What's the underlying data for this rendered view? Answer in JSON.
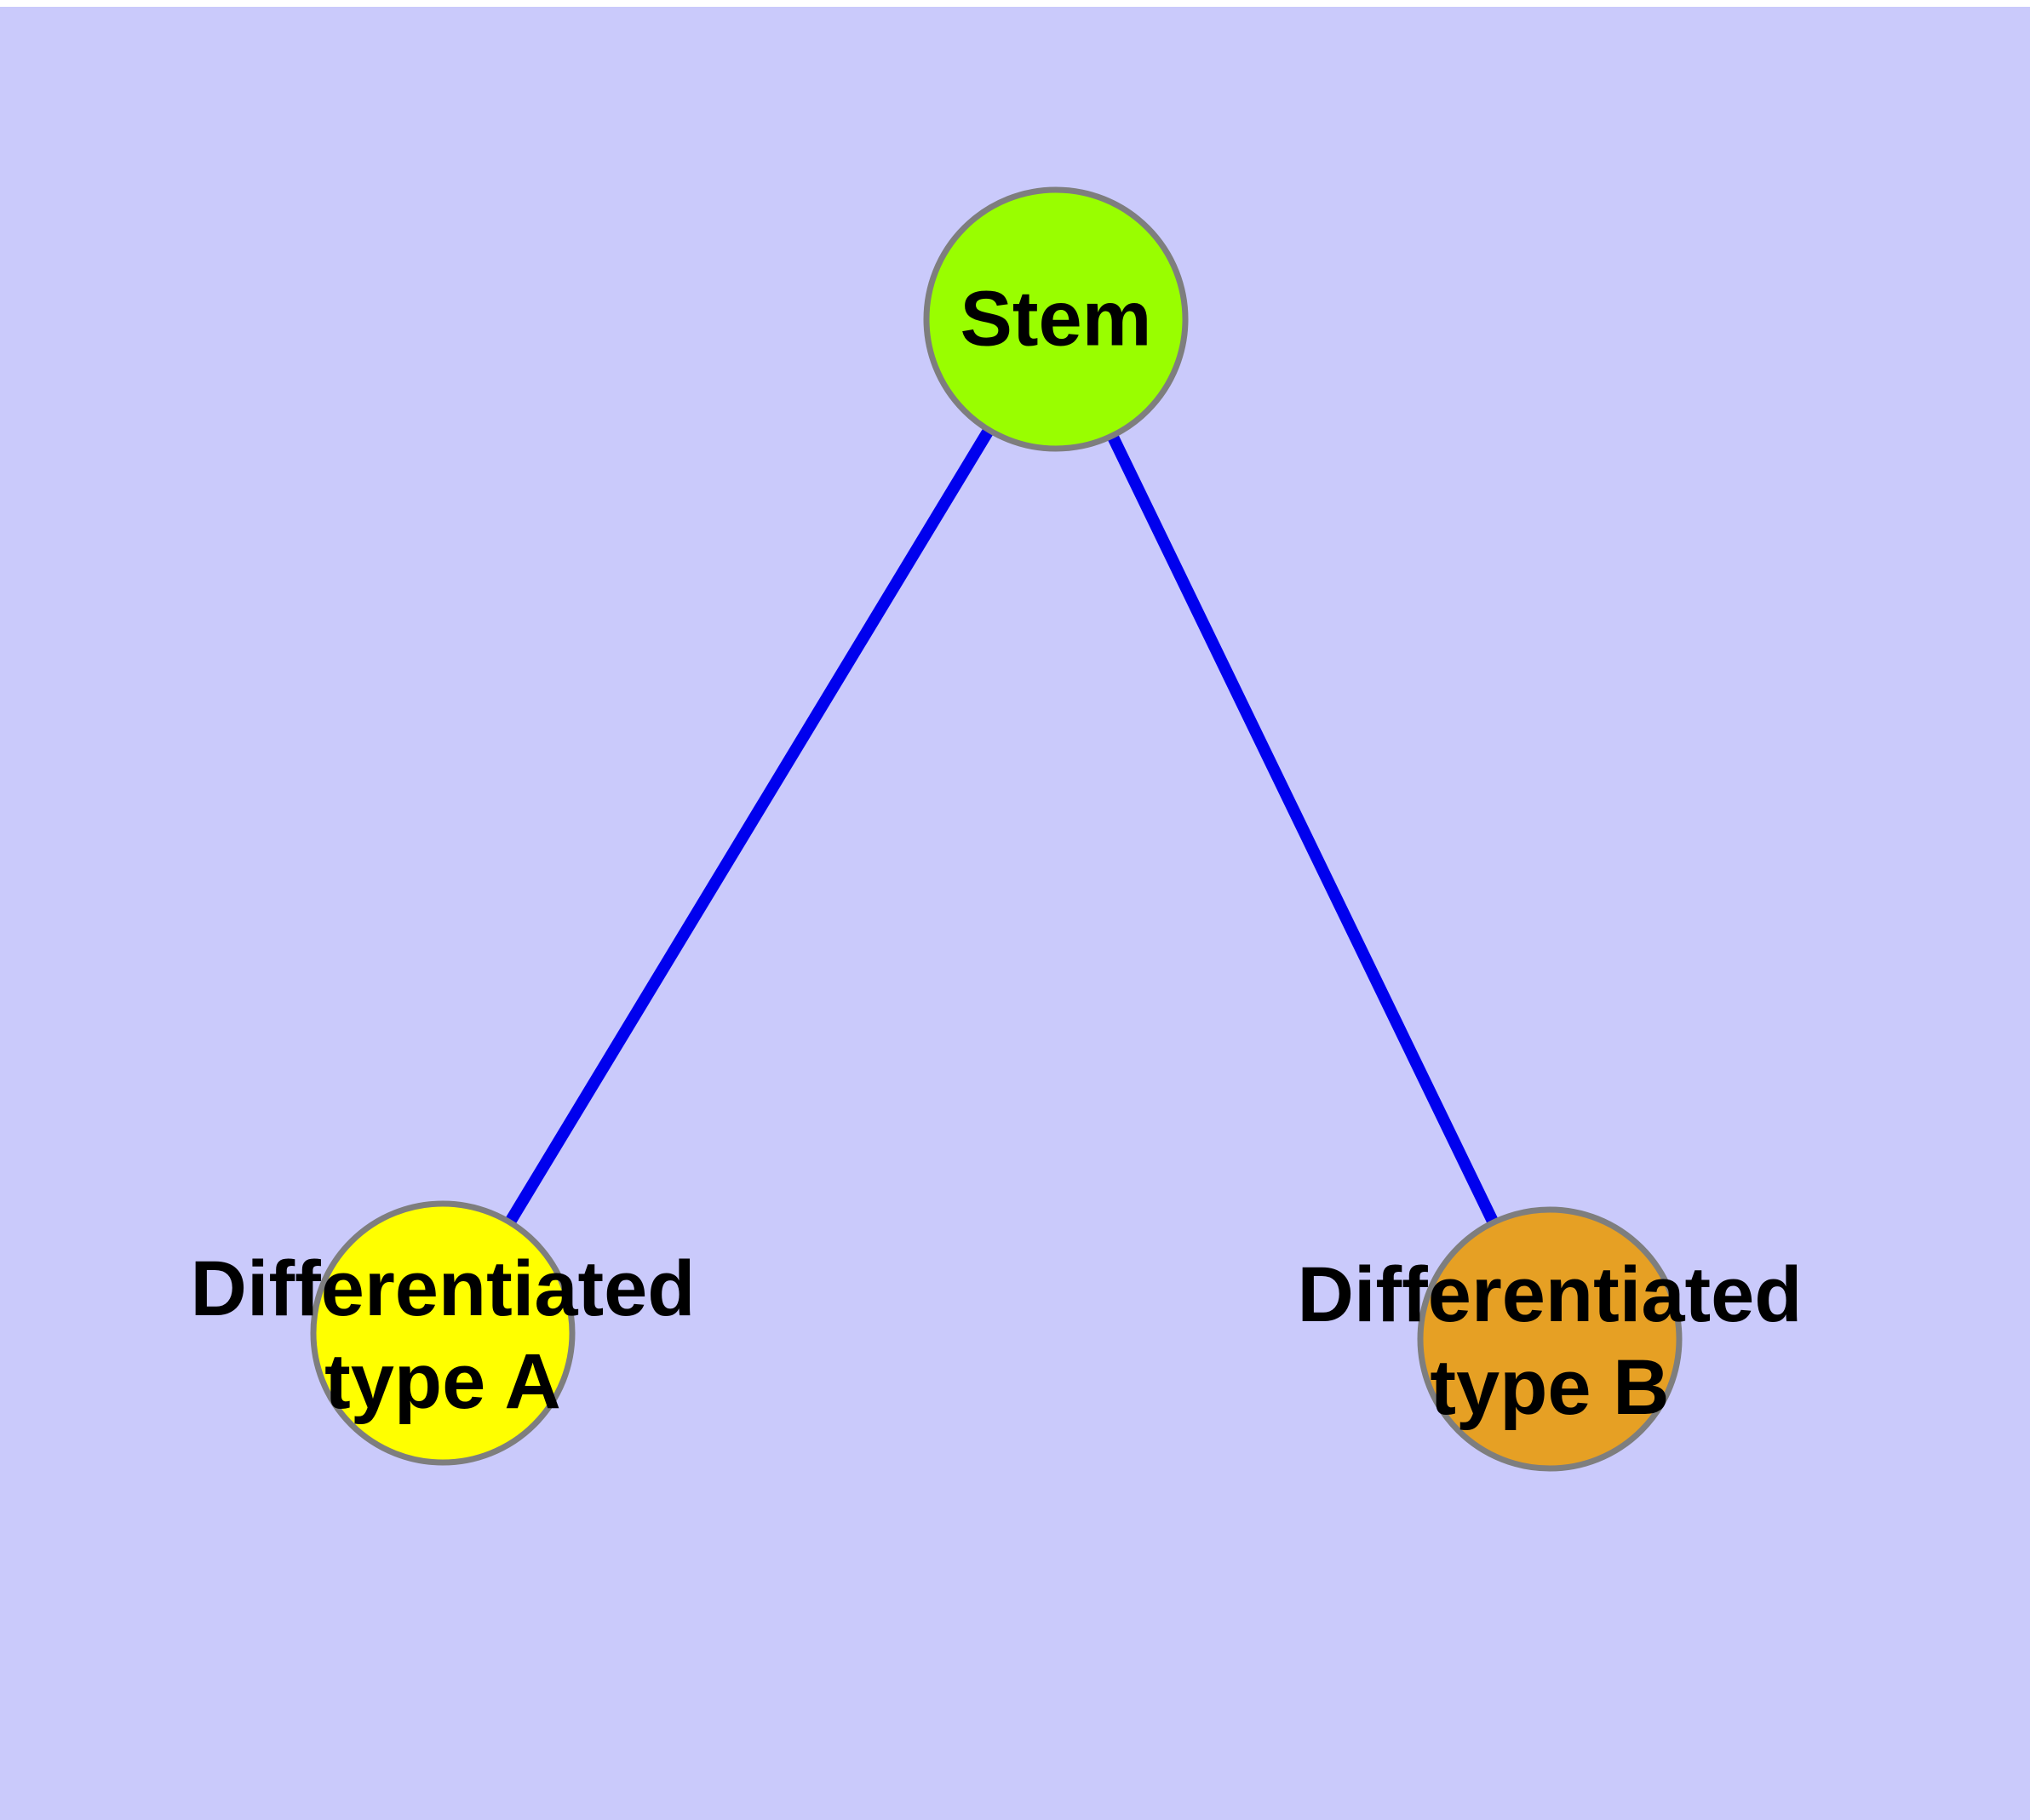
{
  "diagram": {
    "type": "node-link-graph",
    "background_color": "#cacafb",
    "top_margin_color": "#ffffff",
    "edge_color": "#0000ee",
    "node_border_color": "#7e7e7e",
    "label_color": "#000000",
    "nodes": [
      {
        "id": "stem",
        "label": "Stem",
        "line1": "Stem",
        "color": "#99fe00"
      },
      {
        "id": "differentiated-type-a",
        "label": "Differentiated type A",
        "line1": "Differentiated",
        "line2": "type A",
        "color": "#ffff00"
      },
      {
        "id": "differentiated-type-b",
        "label": "Differentiated type B",
        "line1": "Differentiated",
        "line2": "type B",
        "color": "#e6a024"
      }
    ],
    "edges": [
      {
        "from": "Stem",
        "to": "Differentiated type A"
      },
      {
        "from": "Stem",
        "to": "Differentiated type B"
      }
    ]
  }
}
